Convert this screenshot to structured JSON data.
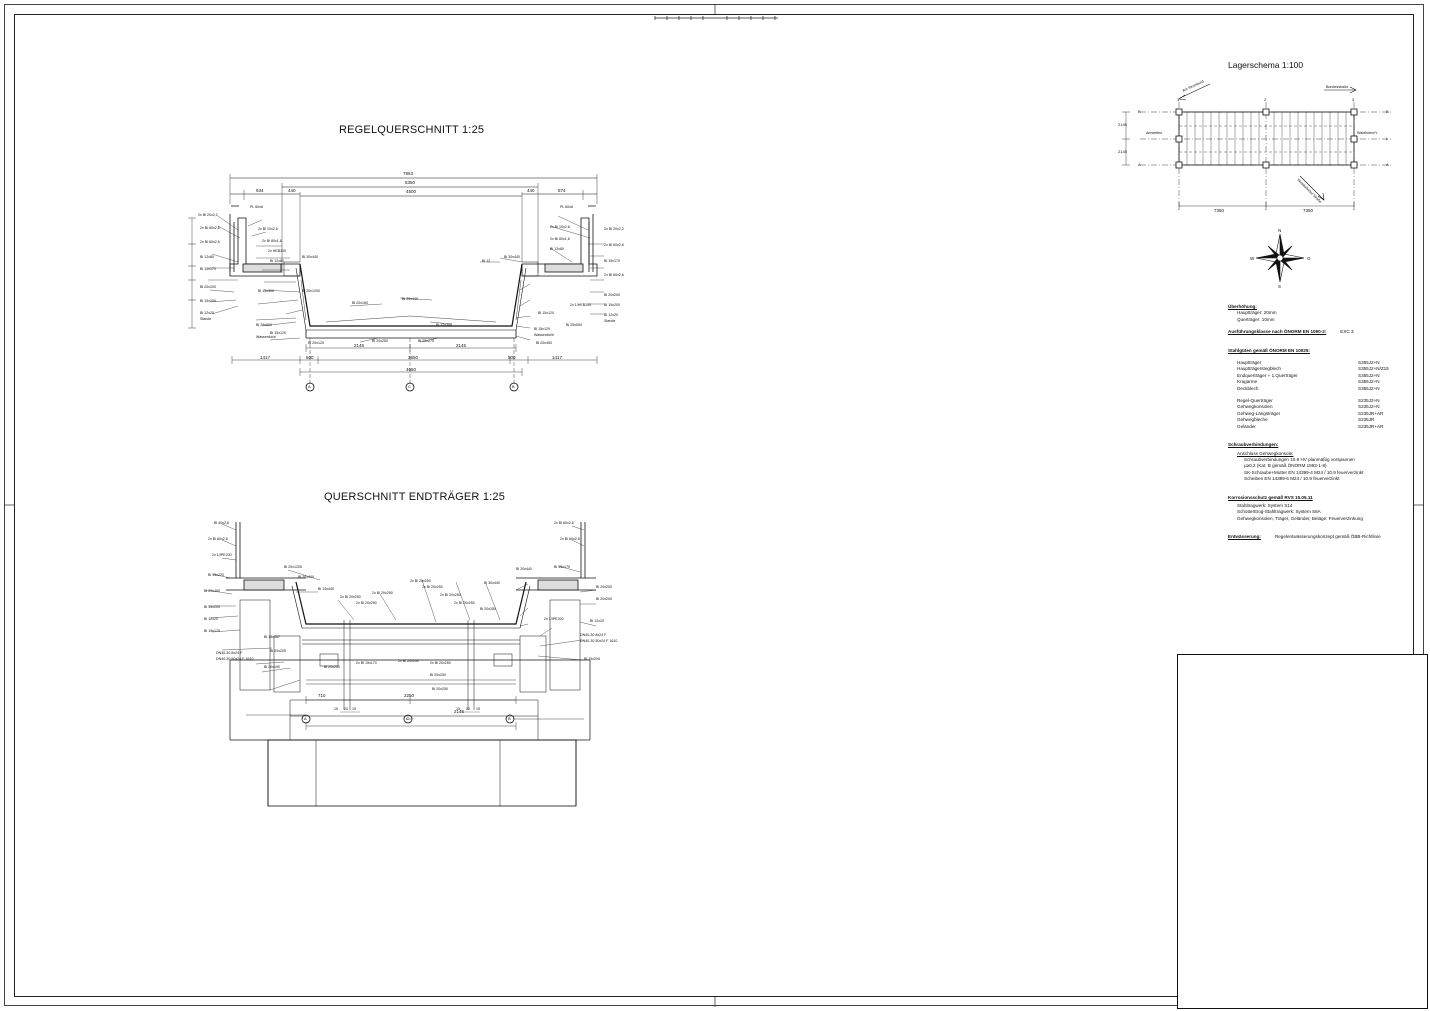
{
  "views": {
    "regular_section": {
      "title": "REGELQUERSCHNITT   1:25"
    },
    "end_girder_section": {
      "title": "QUERSCHNITT ENDTRÄGER   1:25"
    },
    "bearing_scheme": {
      "title": "Lagerschema 1:100"
    }
  },
  "dimensions": {
    "top_overall": "7853",
    "top_inner": "5350",
    "top_deck": "4500",
    "left_cant_a": "934",
    "left_cant_b": "440",
    "right_cant_a": "440",
    "right_cant_b": "874",
    "bottom_left_a": "1417",
    "bottom_left_b": "500",
    "bottom_mid": "3650",
    "bottom_right_b": "500",
    "bottom_right_a": "1417",
    "bottom_overall": "4650",
    "half_left": "2145",
    "half_right": "2145",
    "end_710": "710",
    "end_2250": "2250",
    "end_2145": "2145",
    "lager_span_left": "7350",
    "lager_span_right": "7350",
    "lager_side_a": "2145",
    "lager_side_b": "2145"
  },
  "axes": {
    "a": "A",
    "b": "B",
    "c": "C",
    "l": "L",
    "one": "1",
    "two": "2",
    "three": "3"
  },
  "compass": {
    "n": "N",
    "s": "S",
    "e": "O",
    "w": "W"
  },
  "notes": {
    "camber": {
      "heading": "Überhöhung:",
      "lines": [
        "Hauptträger: 20mm",
        "Querträger: 10mm"
      ]
    },
    "execution_class": {
      "label": "Ausführungsklasse nach ÖNORM EN 1090-2:",
      "value": "EXC 3"
    },
    "steel_grades": {
      "heading": "Stahlgüten gemäß ÖNORM EN 10025:",
      "rows": [
        {
          "part": "Hauptträger",
          "grade": "S355J2+N"
        },
        {
          "part": "Hauptträgerstegblech",
          "grade": "S355J2+N/Z15"
        },
        {
          "part": "Endquerträger + 1.Querträger",
          "grade": "S355J2+N"
        },
        {
          "part": "Kragarme",
          "grade": "S355J2+N"
        },
        {
          "part": "Deckblech",
          "grade": "S355J2+N"
        },
        {
          "part": "Regel-Querträger",
          "grade": "S235J2+N"
        },
        {
          "part": "Gehwegkonsolen",
          "grade": "S235J2+N"
        },
        {
          "part": "Gehweg-Längsträger",
          "grade": "S235JR+AR"
        },
        {
          "part": "Gehwegbleche",
          "grade": "S235JR"
        },
        {
          "part": "Geländer",
          "grade": "S235JR+AR"
        }
      ]
    },
    "bolts": {
      "heading": "Schraubverbindungen:",
      "subheading": "Anschluss Gehwegkonsole:",
      "lines": [
        "Schraubverbindungen 10.9 HV planmäßig vorspannen",
        "μ≥0,2 (Kat. B gemäß ÖNORM 1993-1-8)",
        "SK-Schraube+Mutter EN 14399-4 M24 / 10.9 feuerverzinkt",
        "Scheiben EN 14399-6 M24 / 10.9 feuerverzinkt"
      ]
    },
    "corrosion": {
      "heading": "Korrosionsschutz gemäß RVS 15.05.11",
      "lines": [
        "Stahltragwerk: System S14",
        "Schotterttrog-Stahltragwerk: System S8A",
        "Gehwegkonsolen, Träger, Geländer, Beläge: Feuerverzinkung"
      ]
    },
    "drainage": {
      "label": "Entwässerung:",
      "value": "Regelentwässerungskonzept gemäß ÖBB-Richtlinie"
    }
  }
}
